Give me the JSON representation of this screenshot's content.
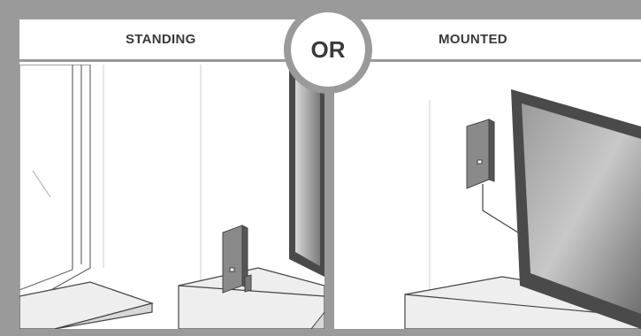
{
  "panels": {
    "left": {
      "label": "STANDING"
    },
    "right": {
      "label": "MOUNTED"
    }
  },
  "divider": {
    "label": "OR"
  },
  "colors": {
    "frame": "#9a9a9a",
    "tv_dark": "#555555",
    "tv_screen": "#8a8a8a",
    "furniture": "#eeeeee",
    "line": "#444444"
  }
}
